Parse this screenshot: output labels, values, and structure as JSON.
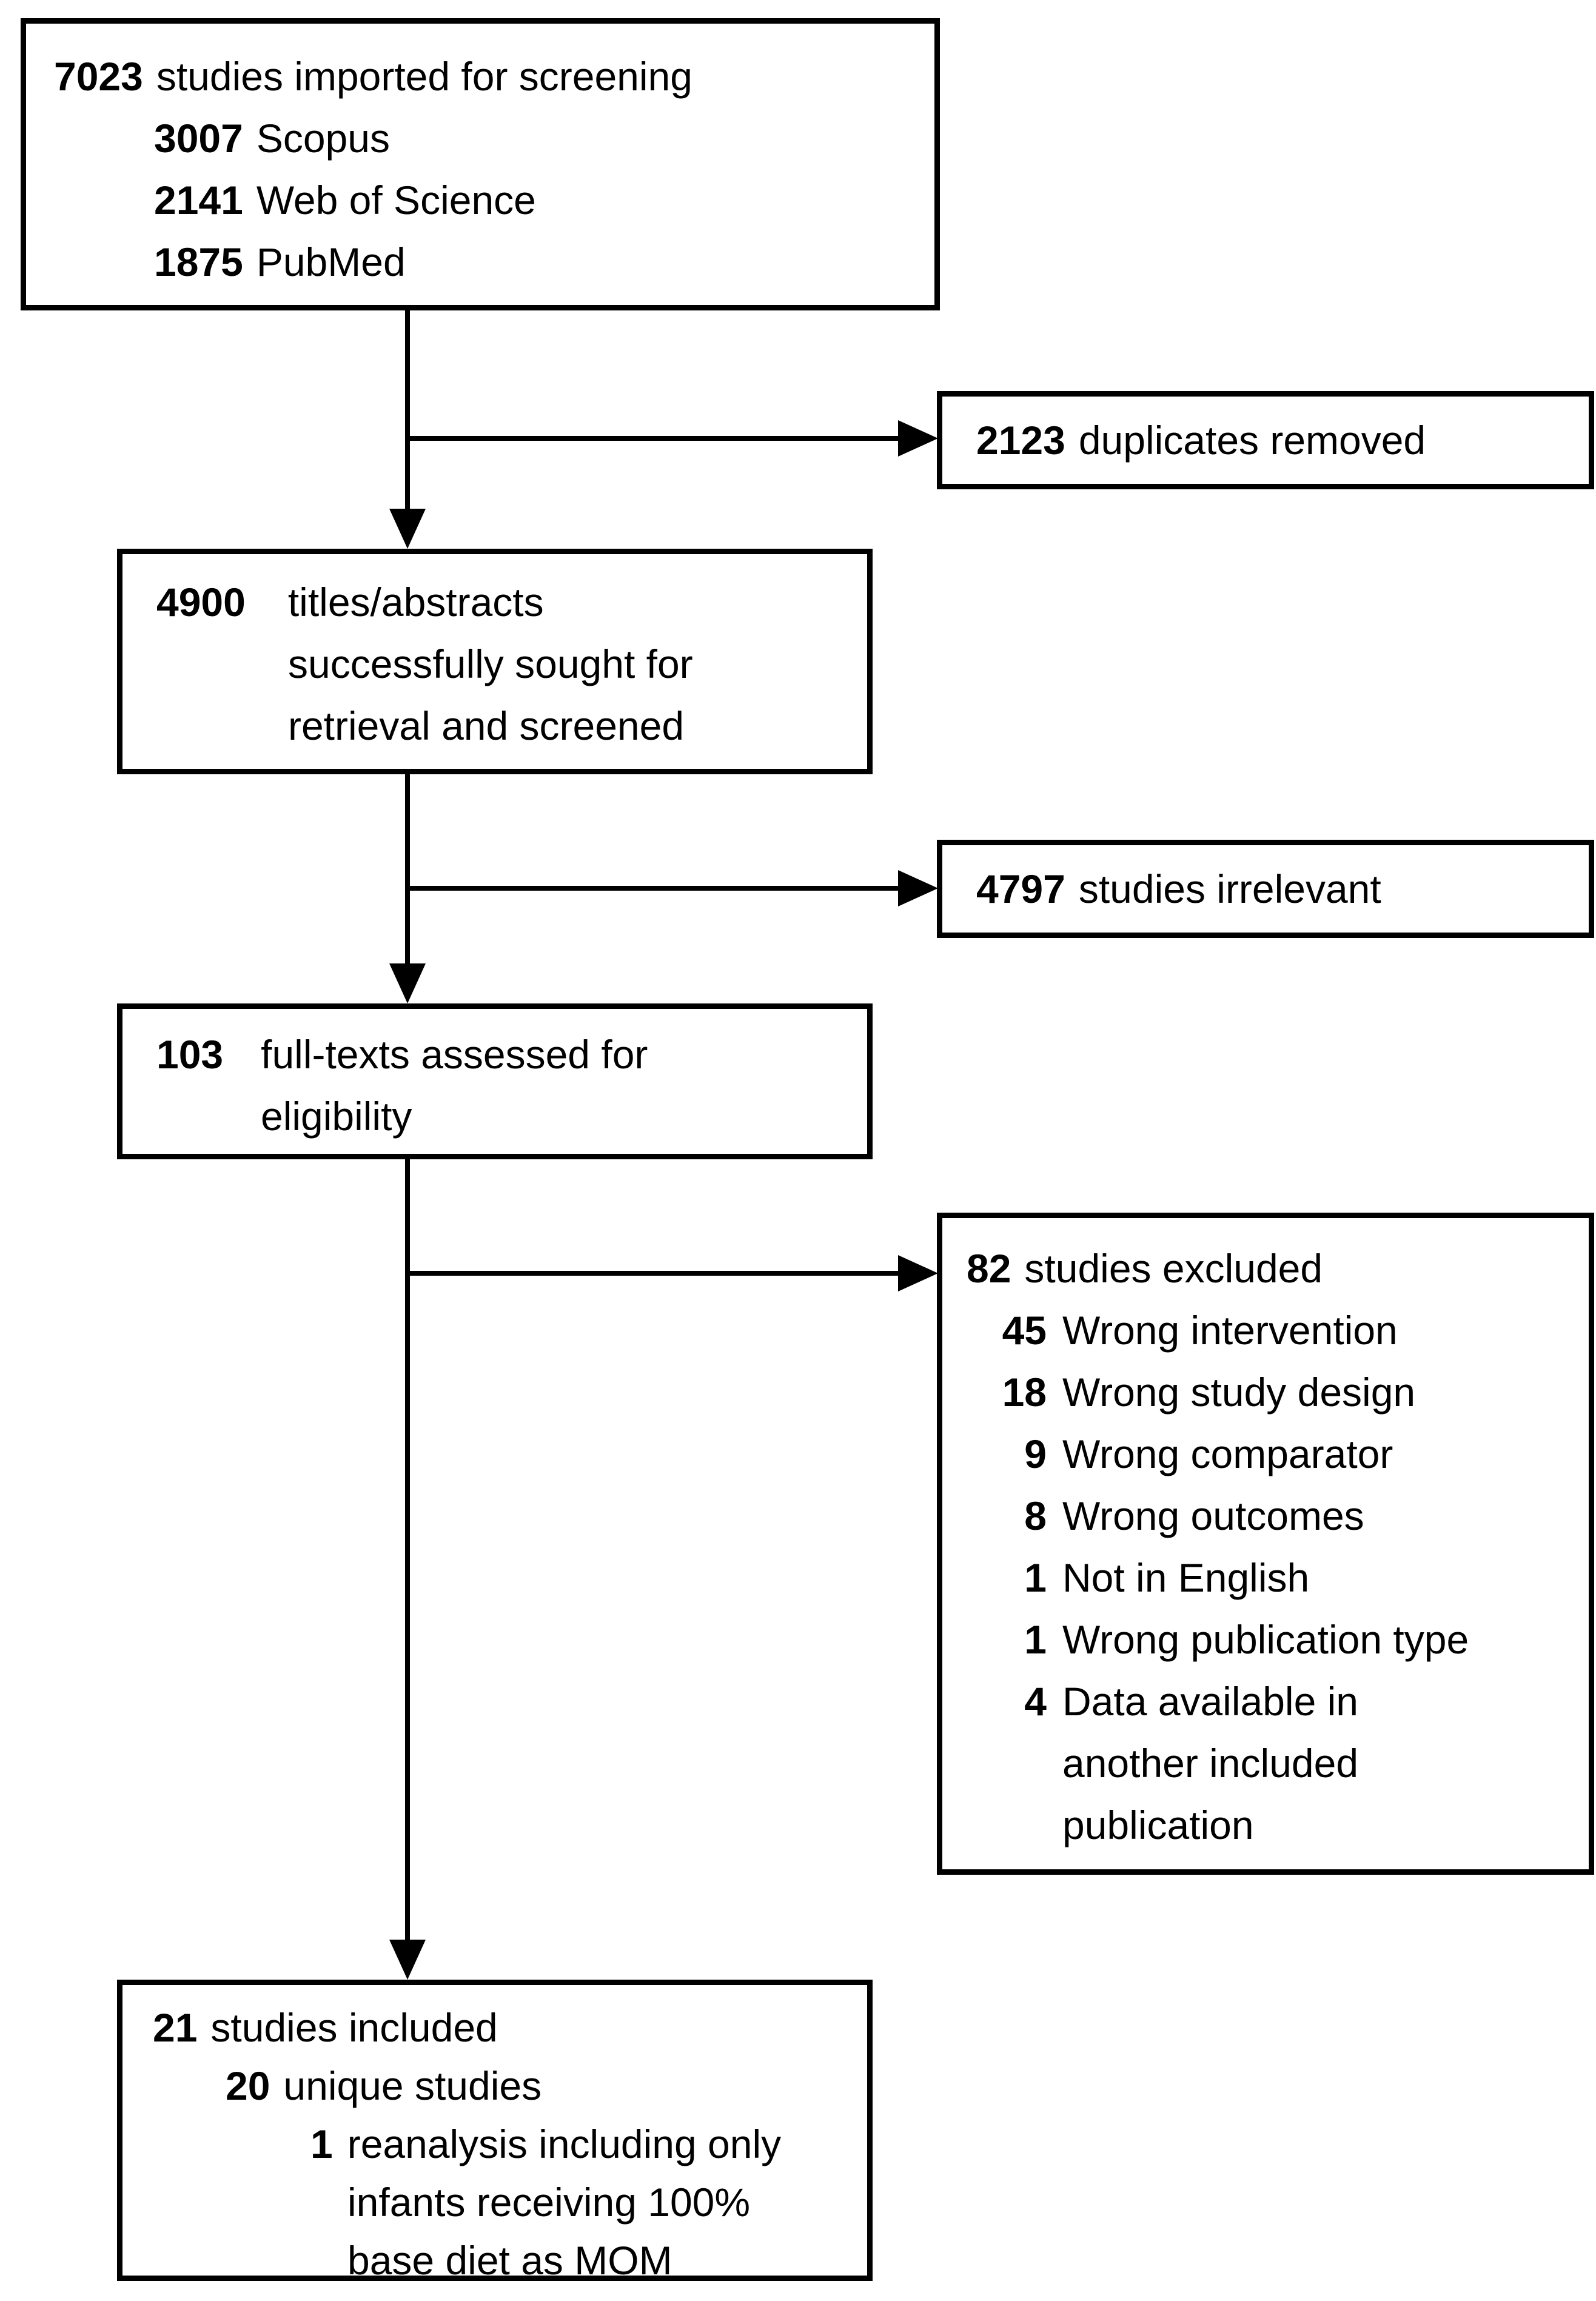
{
  "page": {
    "background": "#ffffff",
    "ink": "#000000"
  },
  "flow": {
    "imported": {
      "num": "7023",
      "label": "studies imported for screening",
      "sources": [
        {
          "num": "3007",
          "label": "Scopus"
        },
        {
          "num": "2141",
          "label": "Web of Science"
        },
        {
          "num": "1875",
          "label": "PubMed"
        }
      ]
    },
    "duplicates": {
      "num": "2123",
      "label": "duplicates removed"
    },
    "screened": {
      "num": "4900",
      "line1": "titles/abstracts",
      "line2": "successfully sought for",
      "line3": "retrieval and screened"
    },
    "irrelevant": {
      "num": "4797",
      "label": "studies irrelevant"
    },
    "fulltext": {
      "num": "103",
      "line1": "full-texts assessed for",
      "line2": "eligibility"
    },
    "excluded": {
      "num": "82",
      "label": "studies excluded",
      "reasons": [
        {
          "num": "45",
          "label": "Wrong intervention"
        },
        {
          "num": "18",
          "label": "Wrong study design"
        },
        {
          "num": "9",
          "label": "Wrong comparator"
        },
        {
          "num": "8",
          "label": "Wrong outcomes"
        },
        {
          "num": "1",
          "label": "Not in English"
        },
        {
          "num": "1",
          "label": "Wrong publication type"
        },
        {
          "num": "4",
          "label": "Data available in",
          "line2": "another included",
          "line3": "publication"
        }
      ]
    },
    "included": {
      "num": "21",
      "label": "studies included",
      "unique": {
        "num": "20",
        "label": "unique studies"
      },
      "reanalysis": {
        "num": "1",
        "line1": "reanalysis including only",
        "line2": "infants receiving 100%",
        "line3": "base diet as MOM"
      }
    }
  }
}
